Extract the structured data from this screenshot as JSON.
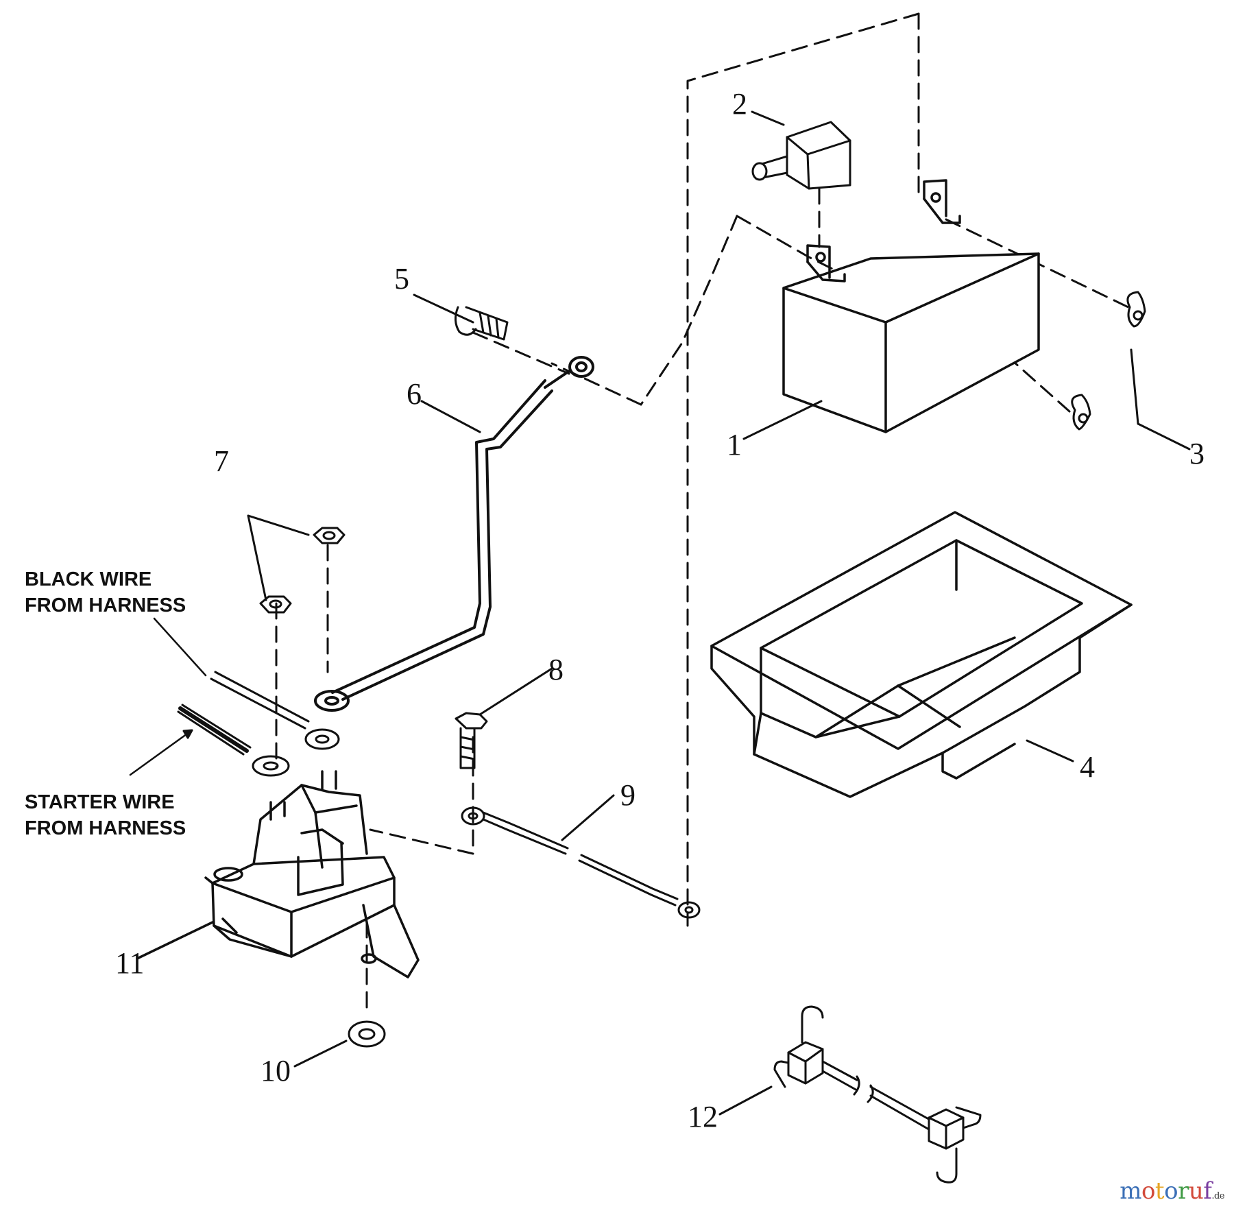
{
  "callouts": [
    {
      "id": "1",
      "label": "1"
    },
    {
      "id": "2",
      "label": "2"
    },
    {
      "id": "3",
      "label": "3"
    },
    {
      "id": "4",
      "label": "4"
    },
    {
      "id": "5",
      "label": "5"
    },
    {
      "id": "6",
      "label": "6"
    },
    {
      "id": "7",
      "label": "7"
    },
    {
      "id": "8",
      "label": "8"
    },
    {
      "id": "9",
      "label": "9"
    },
    {
      "id": "10",
      "label": "10"
    },
    {
      "id": "11",
      "label": "11"
    },
    {
      "id": "12",
      "label": "12"
    }
  ],
  "notes": {
    "black_wire": {
      "line1": "BLACK WIRE",
      "line2": "FROM HARNESS"
    },
    "starter_wire": {
      "line1": "STARTER WIRE",
      "line2": "FROM HARNESS"
    }
  },
  "watermark": {
    "text": "motoruf",
    "suffix": ".de",
    "colors": [
      "#3b6fb6",
      "#d24a3a",
      "#e7a524",
      "#3b6fb6",
      "#3f9a44",
      "#d24a3a",
      "#7b3fa0"
    ]
  },
  "icons": {
    "battery": "battery-icon",
    "terminal_cover": "terminal-cover-icon",
    "wing_nut": "wing-nut-icon",
    "battery_tray": "battery-tray-icon",
    "bolt": "bolt-icon",
    "battery_cable": "battery-cable-icon",
    "hex_nut": "hex-nut-icon",
    "hex_bolt": "hex-bolt-icon",
    "ground_cable": "ground-cable-icon",
    "lock_washer": "lock-washer-icon",
    "solenoid": "solenoid-icon",
    "hold_down_rod": "hold-down-rod-icon"
  }
}
